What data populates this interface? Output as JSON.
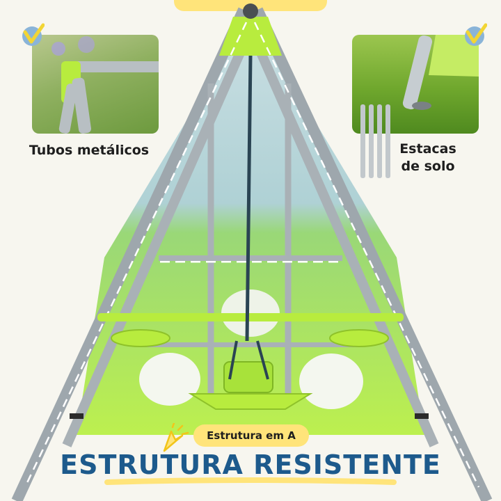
{
  "labels": {
    "left_feature": "Tubos metálicos",
    "right_feature_line1": "Estacas",
    "right_feature_line2": "de solo",
    "frame_badge": "Estrutura em A",
    "headline": "ESTRUTURA RESISTENTE"
  },
  "colors": {
    "background": "#f7f6ef",
    "accent_yellow": "#ffe47a",
    "headline_blue": "#1d5a8c",
    "frame_grey": "#9ea7ad",
    "lime_green": "#a8e23a",
    "check_blue": "#8ab4d8"
  },
  "icons": {
    "check": "check-badge-icon",
    "cursor": "cursor-pointer-icon"
  }
}
